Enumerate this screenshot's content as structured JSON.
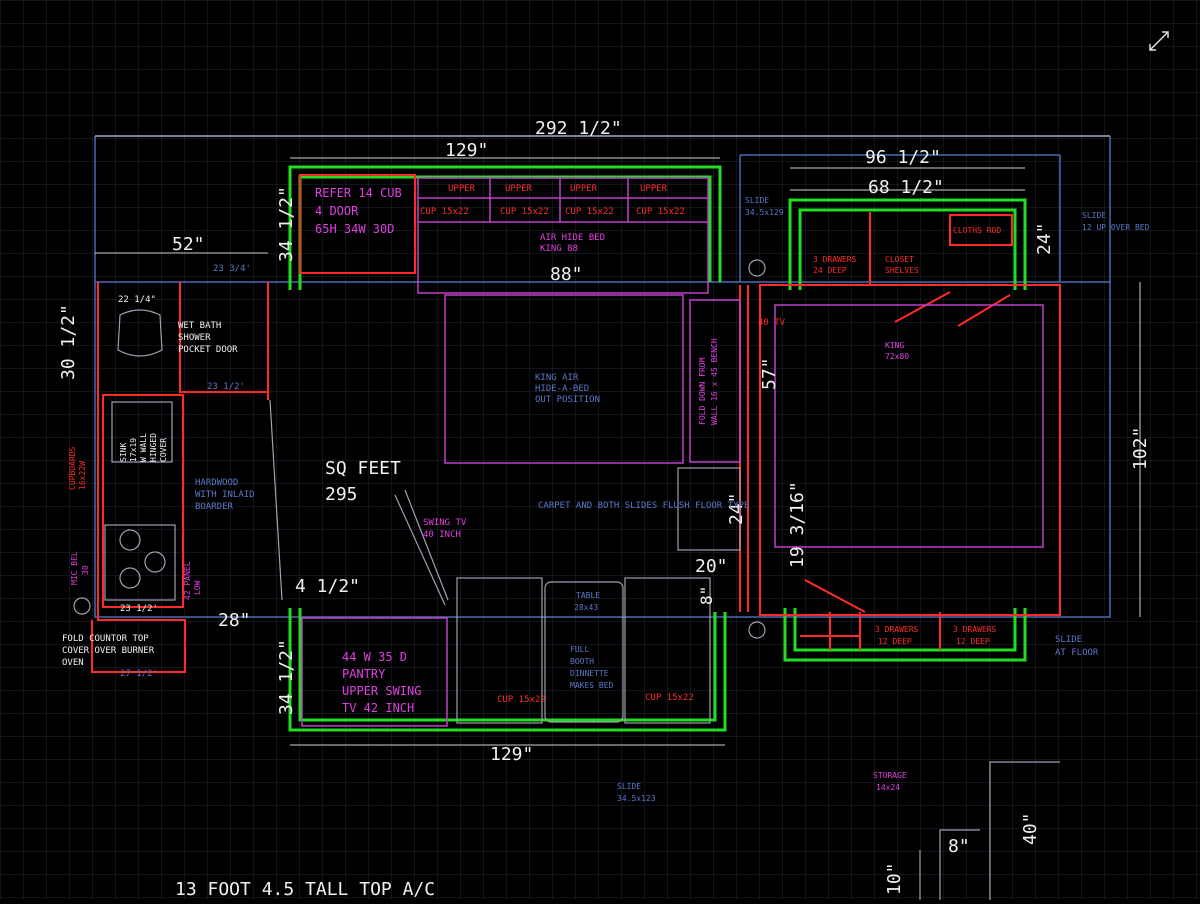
{
  "dimensions": {
    "overall_width": "292 1/2\"",
    "top_wall": "129\"",
    "bottom_wall": "129\"",
    "right_top": "96 1/2\"",
    "right_inner": "68 1/2\"",
    "left_upper_width": "52\"",
    "refer_depth": "34 1/2\"",
    "pantry_depth": "34 1/2\"",
    "bath_depth": "30 1/2\"",
    "sofa_width": "88\"",
    "fold_bench": "57\"",
    "closet_depth": "24\"",
    "overall_depth": "102\"",
    "passage": "24\"",
    "slide_offset": "19 3/16\"",
    "gap_20": "20\"",
    "gap_8": "8\"",
    "gap_4": "4 1/2\"",
    "counter": "28\"",
    "bath_2334": "23 3/4'",
    "bath_2214": "22 1/4\"",
    "bath_2312": "23 1/2'",
    "kitchen_2312": "23 1/2'",
    "counter_2712": "27 1/2'",
    "storage_40": "40\"",
    "storage_8": "8\"",
    "storage_10": "10\""
  },
  "labels": {
    "refer": [
      "REFER 14 CUB",
      "4 DOOR",
      "65H 34W 30D"
    ],
    "upper": "UPPER",
    "cup": "CUP 15x22",
    "air_bed": [
      "AIR HIDE BED",
      "KING 88"
    ],
    "king_air": [
      "KING AIR",
      "HIDE-A-BED",
      "OUT POSITION"
    ],
    "wet_bath": [
      "WET BATH",
      "SHOWER",
      "POCKET DOOR"
    ],
    "sink": [
      "SINK",
      "17x19",
      "W WALL",
      "HINGED",
      "COVER"
    ],
    "cupboards": [
      "CUPBOARDS",
      "16x22W"
    ],
    "hardwood": [
      "HARDWOOD",
      "WITH INLAID",
      "BOARDER"
    ],
    "mic": [
      "MIC BEL",
      "30"
    ],
    "panel": [
      "42 PANEL",
      "LOW"
    ],
    "fold_counter": [
      "FOLD COUNTOR TOP",
      "COVER OVER BURNER",
      "OVEN"
    ],
    "sq_feet": [
      "SQ FEET",
      "295"
    ],
    "swing_tv_40": [
      "SWING TV",
      "40 INCH"
    ],
    "carpet": "CARPET AND BOTH SLIDES FLUSH FLOOR TYPE",
    "fold_down": [
      "FOLD DOWN FROM",
      "WALL 16 x 45 BENCH"
    ],
    "tv_40": "40 TV",
    "king_bed": [
      "KING",
      "72x80"
    ],
    "drawers_24": [
      "3 DRAWERS",
      "24 DEEP"
    ],
    "closet": [
      "CLOSET",
      "SHELVES"
    ],
    "cloths_rod": "CLOTHS ROD",
    "slide_top_left": [
      "SLIDE",
      "34.5x129"
    ],
    "slide_top_right": [
      "SLIDE",
      "12 UP OVER BED"
    ],
    "slide_floor": [
      "SLIDE",
      "AT FLOOR"
    ],
    "slide_bottom": [
      "SLIDE",
      "34.5x123"
    ],
    "pantry": [
      "44 W 35 D",
      "PANTRY",
      "UPPER SWING",
      "TV 42 INCH"
    ],
    "table": [
      "TABLE",
      "28x43"
    ],
    "booth": [
      "FULL",
      "BOOTH",
      "DINNETTE",
      "MAKES BED"
    ],
    "drawers_12": [
      "3 DRAWERS",
      "12 DEEP"
    ],
    "storage": [
      "STORAGE",
      "14x24"
    ],
    "footer": "13 FOOT 4.5 TALL TOP A/C"
  },
  "icons": [
    "collapse-arrows-icon"
  ],
  "colors": {
    "background": "#000000",
    "grid": "#242836",
    "outline": "#4a6cb0",
    "dimension": "#f0f0f0",
    "wall": "#22dd22",
    "red": "#ff2a2a",
    "magenta": "#e040e0"
  }
}
